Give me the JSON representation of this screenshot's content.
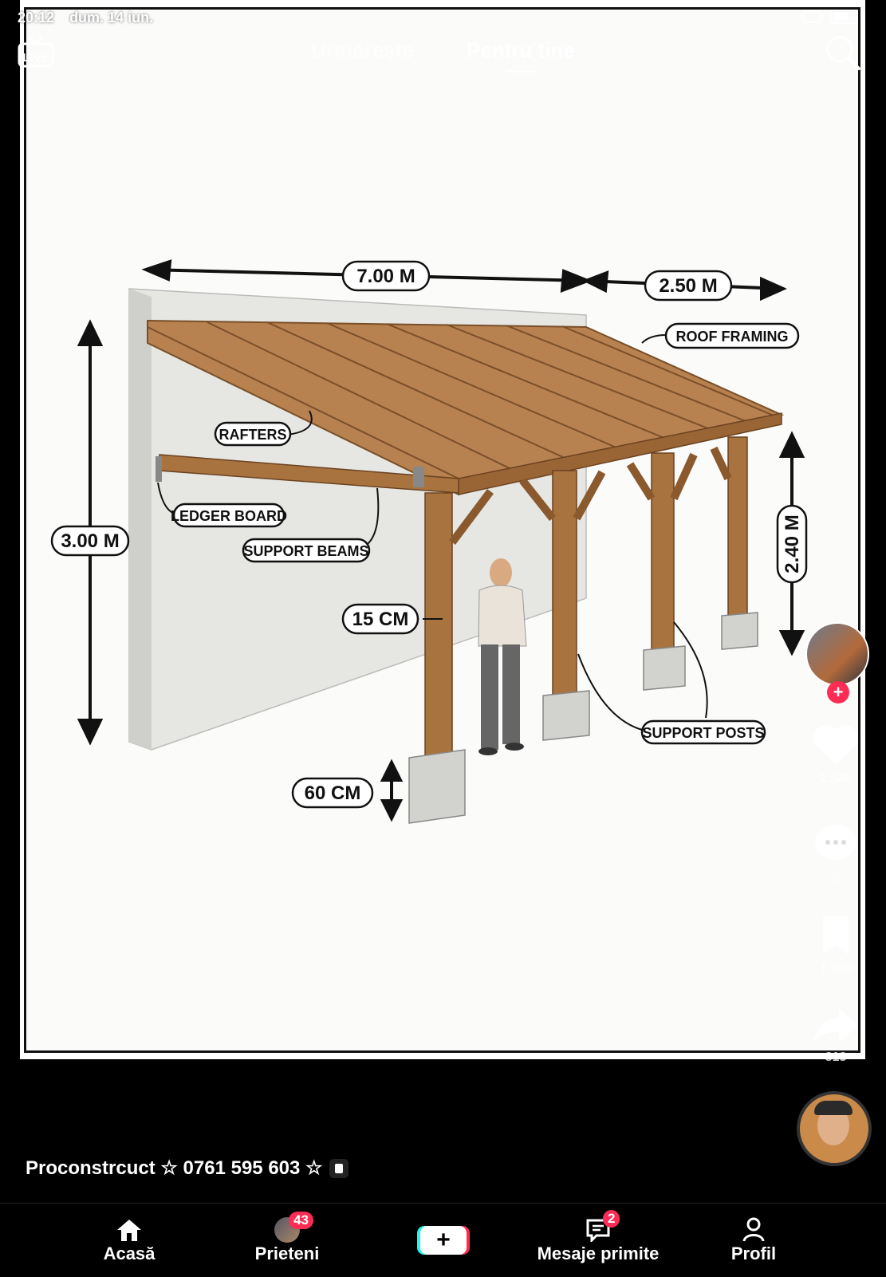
{
  "status_bar": {
    "time": "20:12",
    "date": "dum. 14 iun."
  },
  "header": {
    "live_label": "LIVE",
    "tabs": [
      {
        "label": "Urmărește",
        "active": false
      },
      {
        "label": "Pentru tine",
        "active": true
      }
    ],
    "search_icon": "search-icon"
  },
  "diagram": {
    "width_label": "7.00 M",
    "overhang_label": "2.50 M",
    "wall_height_label": "3.00 M",
    "front_height_label": "2.40 M",
    "post_width_label": "15 CM",
    "footing_label": "60 CM",
    "callouts": {
      "roof_framing": "ROOF FRAMING",
      "rafters": "RAFTERS",
      "ledger_board": "LEDGER BOARD",
      "support_beams": "SUPPORT BEAMS",
      "support_posts": "SUPPORT POSTS"
    }
  },
  "rail": {
    "likes": "2.536",
    "comments": "0",
    "saves": "1.380",
    "shares": "813"
  },
  "creator": {
    "caption": "Proconstrcuct ☆ 0761 595 603 ☆"
  },
  "bottom_nav": {
    "home": "Acasă",
    "friends": "Prieteni",
    "friends_badge": "43",
    "inbox": "Mesaje primite",
    "inbox_badge": "2",
    "profile": "Profil"
  },
  "colors": {
    "accent": "#fe2c55",
    "cyan": "#25f4ee",
    "wood": "#a8733f",
    "concrete": "#d2d2cf"
  }
}
